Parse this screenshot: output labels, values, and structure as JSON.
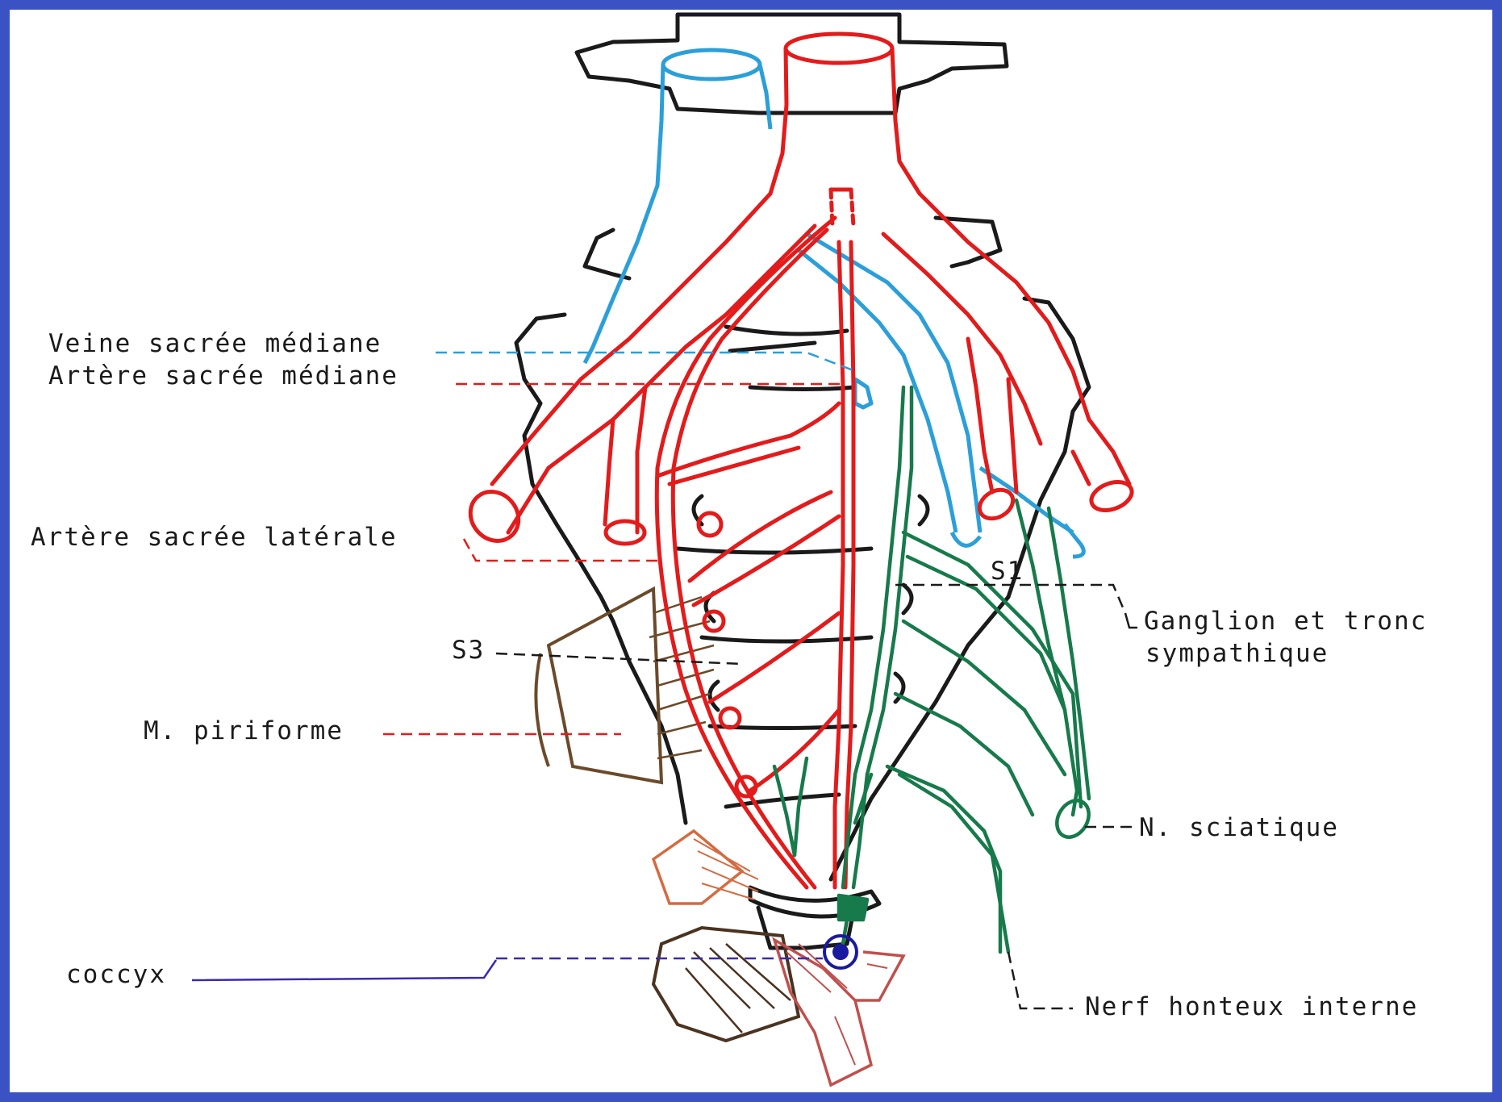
{
  "colors": {
    "border": "#3b52c4",
    "artery": "#e31b1b",
    "vein": "#2b9fd9",
    "nerve": "#177a4b",
    "bone": "#1a1a1a",
    "muscle": "#6b4a2a",
    "muscle_light": "#d56a40",
    "coccyx_line": "#3a2ab0"
  },
  "labels": {
    "veine_sacree_mediane": "Veine sacrée médiane",
    "artere_sacree_mediane": "Artère sacrée médiane",
    "artere_sacree_laterale": "Artère sacrée latérale",
    "s3": "S3",
    "m_piriforme": "M. piriforme",
    "coccyx": "coccyx",
    "s1": "S1",
    "ganglion_line1": "Ganglion et tronc",
    "ganglion_line2": "sympathique",
    "n_sciatique": "N. sciatique",
    "nerf_honteux_interne": "Nerf honteux interne"
  }
}
